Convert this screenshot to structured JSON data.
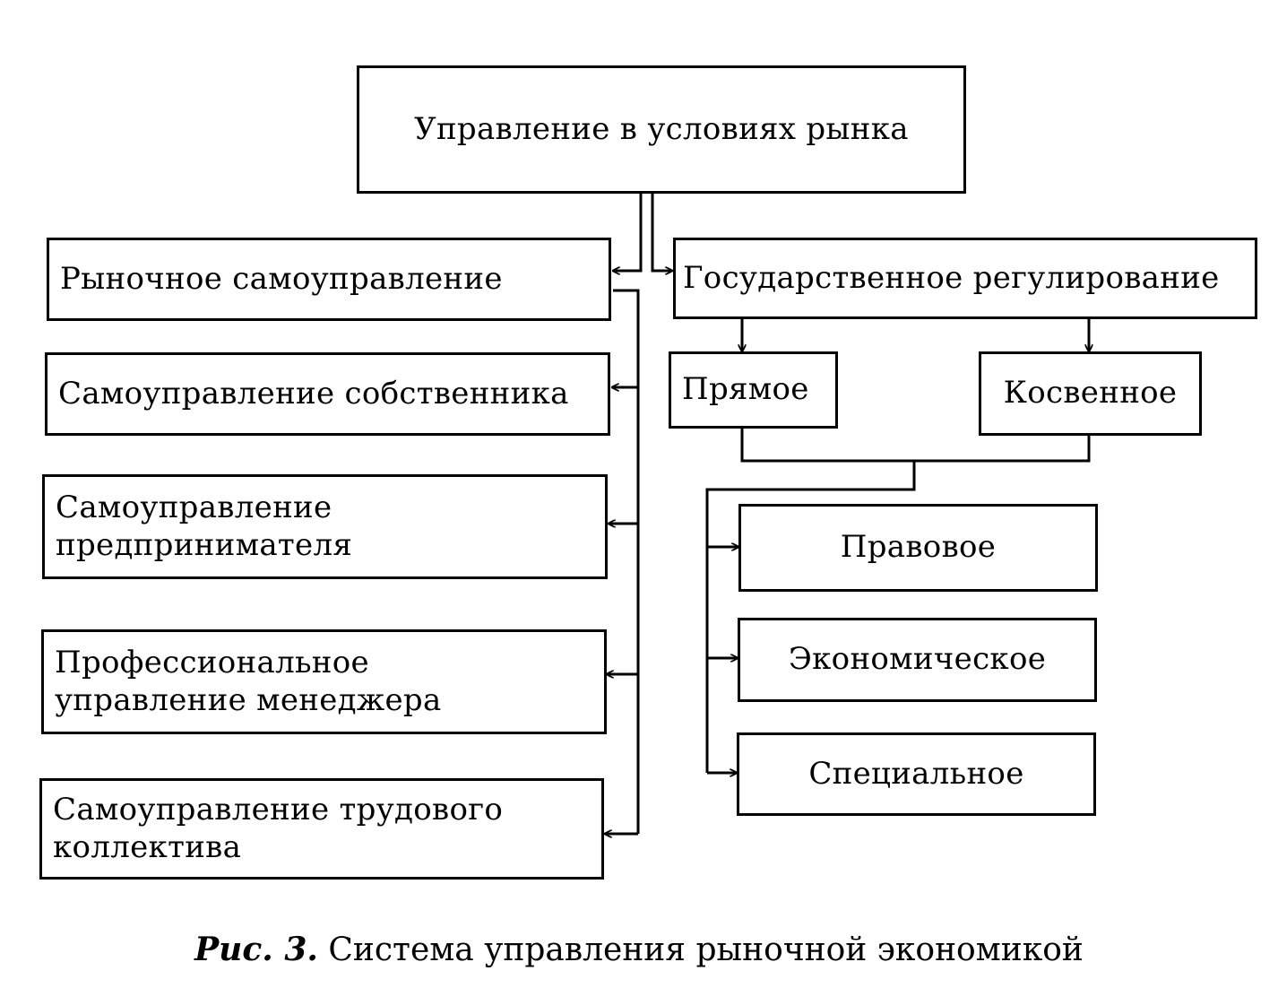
{
  "diagram": {
    "root": "Управление в условиях рынка",
    "market": {
      "title": "Рыночное самоуправление",
      "items": [
        "Самоуправление собственника",
        [
          "Самоуправление",
          "предпринимателя"
        ],
        [
          "Профессиональное",
          "управление менеджера"
        ],
        [
          "Самоуправление трудового",
          "коллектива"
        ]
      ]
    },
    "state": {
      "title": "Государственное регулирование",
      "types": [
        "Прямое",
        "Косвенное"
      ],
      "forms": [
        "Правовое",
        "Экономическое",
        "Специальное"
      ]
    }
  },
  "caption": {
    "label": "Рис. 3.",
    "text": "Система управления рыночной экономикой"
  }
}
